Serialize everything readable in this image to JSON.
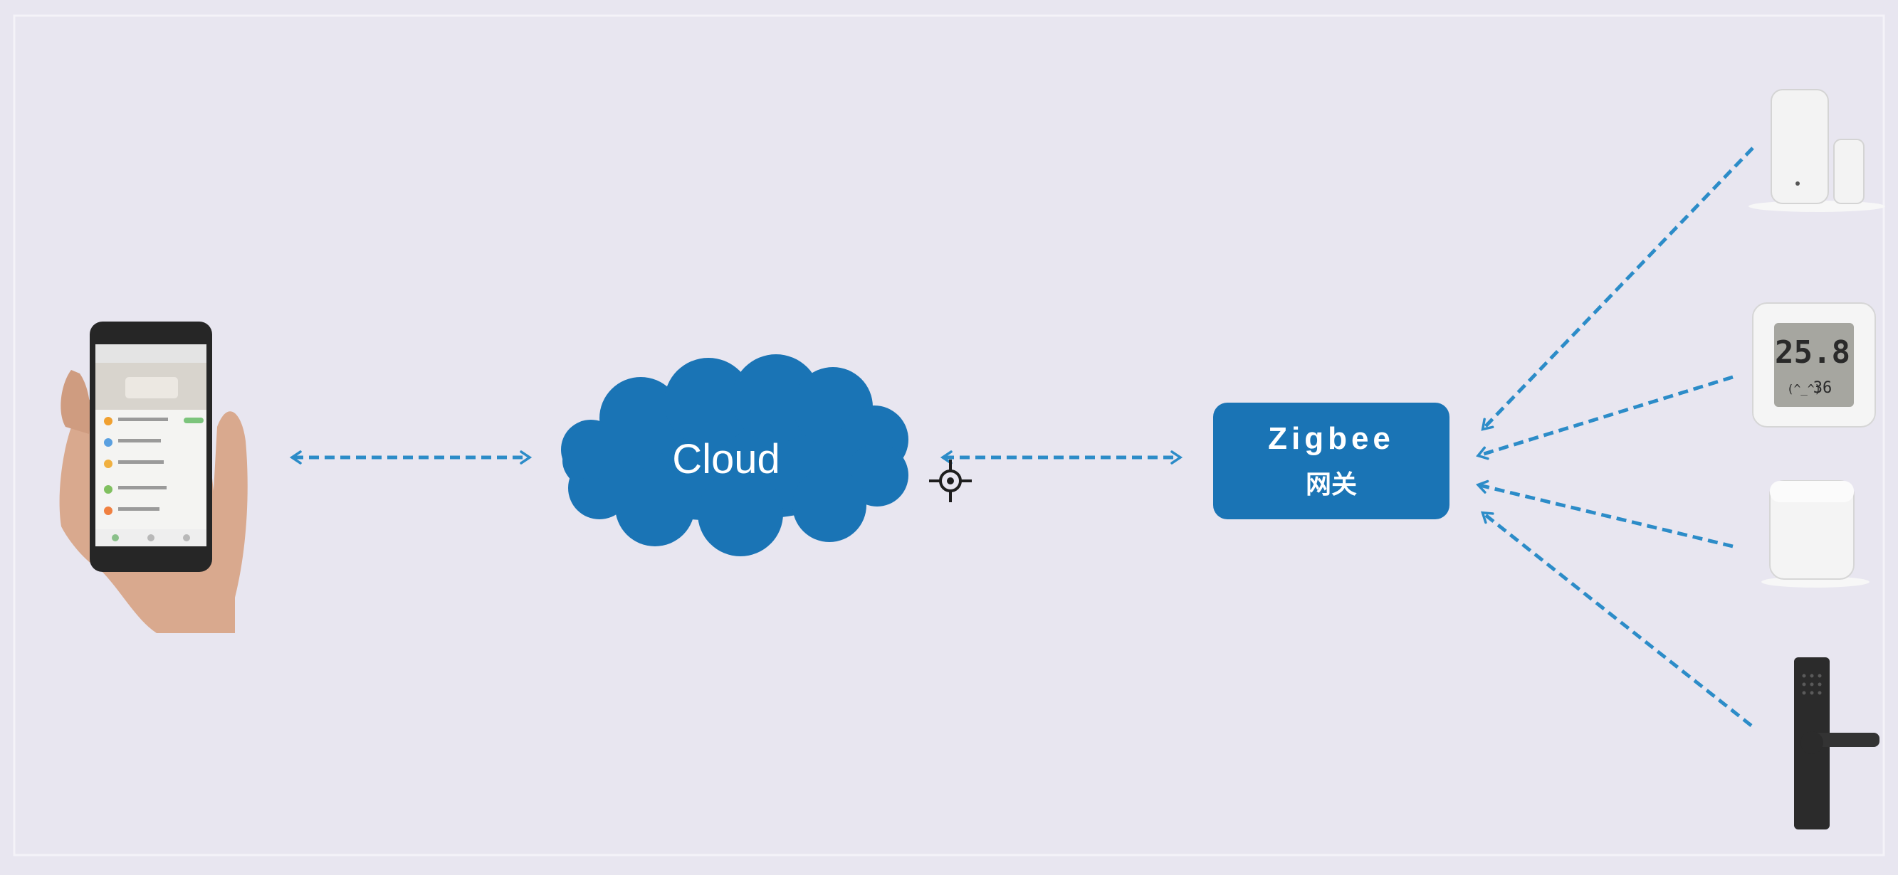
{
  "diagram": {
    "cloud": {
      "label": "Cloud"
    },
    "gateway": {
      "title": "Zigbee",
      "subtitle": "网关"
    },
    "thermometer_display": {
      "temperature": "25.8",
      "humidity": "36"
    }
  },
  "colors": {
    "background": "#e8e6f0",
    "accent": "#1a74b5",
    "arrow": "#2c8cc8"
  },
  "icons": [
    "smartphone-in-hand",
    "cloud",
    "gateway-box",
    "door-window-sensor",
    "temperature-humidity-sensor",
    "motion-sensor",
    "smart-door-lock",
    "crosshair-cursor-icon"
  ]
}
